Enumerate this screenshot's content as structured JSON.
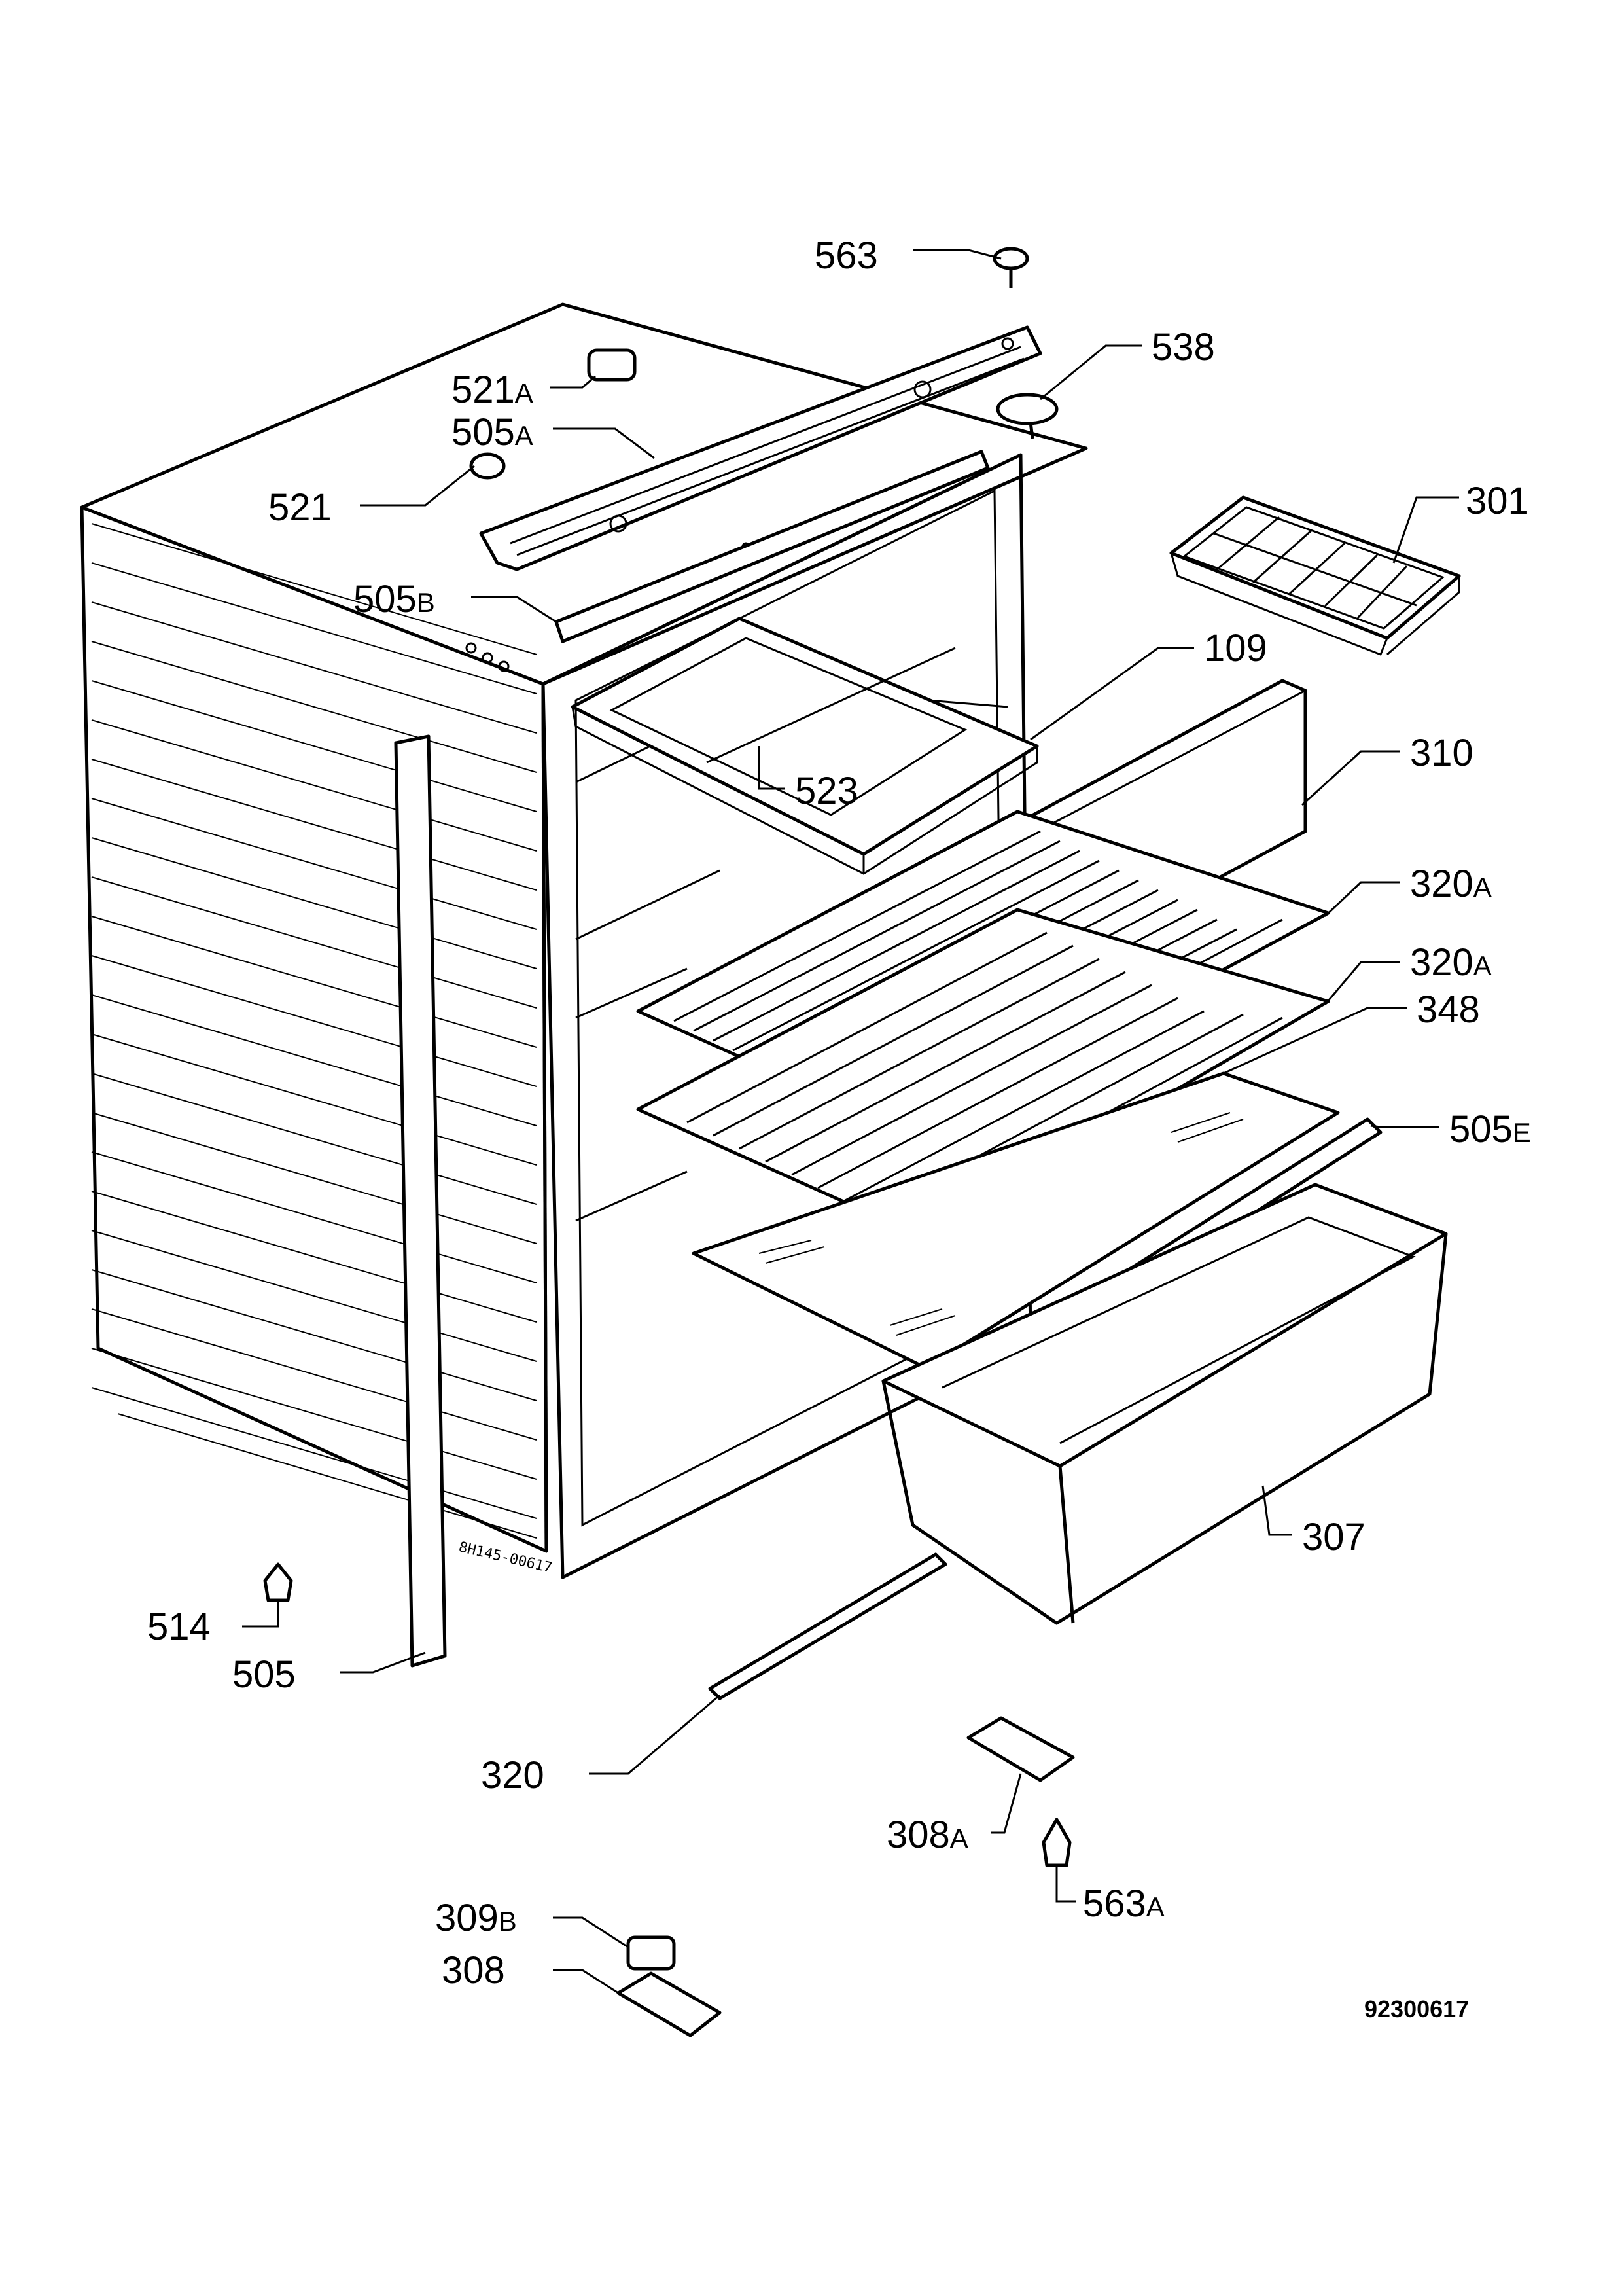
{
  "labels": [
    {
      "id": "563",
      "num": "563",
      "sfx": ""
    },
    {
      "id": "538",
      "num": "538",
      "sfx": ""
    },
    {
      "id": "521a",
      "num": "521",
      "sfx": "A"
    },
    {
      "id": "505a",
      "num": "505",
      "sfx": "A"
    },
    {
      "id": "521",
      "num": "521",
      "sfx": ""
    },
    {
      "id": "301",
      "num": "301",
      "sfx": ""
    },
    {
      "id": "505b",
      "num": "505",
      "sfx": "B"
    },
    {
      "id": "109",
      "num": "109",
      "sfx": ""
    },
    {
      "id": "523",
      "num": "523",
      "sfx": ""
    },
    {
      "id": "310",
      "num": "310",
      "sfx": ""
    },
    {
      "id": "320a-1",
      "num": "320",
      "sfx": "A"
    },
    {
      "id": "320a-2",
      "num": "320",
      "sfx": "A"
    },
    {
      "id": "348",
      "num": "348",
      "sfx": ""
    },
    {
      "id": "505e",
      "num": "505",
      "sfx": "E"
    },
    {
      "id": "307",
      "num": "307",
      "sfx": ""
    },
    {
      "id": "514",
      "num": "514",
      "sfx": ""
    },
    {
      "id": "505",
      "num": "505",
      "sfx": ""
    },
    {
      "id": "320",
      "num": "320",
      "sfx": ""
    },
    {
      "id": "308a",
      "num": "308",
      "sfx": "A"
    },
    {
      "id": "563a",
      "num": "563",
      "sfx": "A"
    },
    {
      "id": "309b",
      "num": "309",
      "sfx": "B"
    },
    {
      "id": "308",
      "num": "308",
      "sfx": ""
    }
  ],
  "drawing_code": "92300617",
  "stamp_text": "8H145-00617"
}
